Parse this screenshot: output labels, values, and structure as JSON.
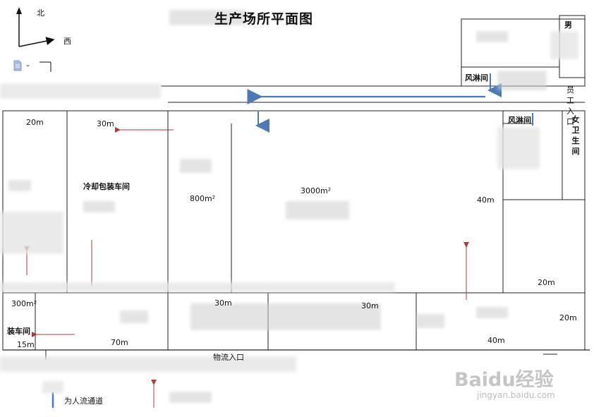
{
  "title": "生产场所平面图",
  "compass": {
    "north": "北",
    "east": "西"
  },
  "dimensions": {
    "d20m_left": "20m",
    "d30m_top": "30m",
    "d800": "800m²",
    "d3000": "3000m²",
    "d40m_right": "40m",
    "d20m_right_mid": "20m",
    "d20m_right_bottom": "20m",
    "d300_bottom_left": "300m²",
    "d30m_bottom": "30m",
    "d30m_bottom2": "30m",
    "d15m": "15m",
    "d70m": "70m",
    "d40m_bottom": "40m"
  },
  "rooms": {
    "men_wc": "男",
    "airlock_top": "风淋间",
    "airlock_right": "风淋间",
    "staff_entrance": "员工入口",
    "women_wc": "女卫生间",
    "cold_pack": "冷却包装车间",
    "loading": "装车间",
    "logistics_entrance": "物流入口"
  },
  "legend": {
    "people_route": "为人流通道"
  },
  "colors": {
    "blue_arrow": "#4a7ab8",
    "red_arrow": "#b23a3a",
    "line": "#222222"
  },
  "watermark": {
    "brand": "Baidu经验",
    "url": "jingyan.baidu.com"
  }
}
